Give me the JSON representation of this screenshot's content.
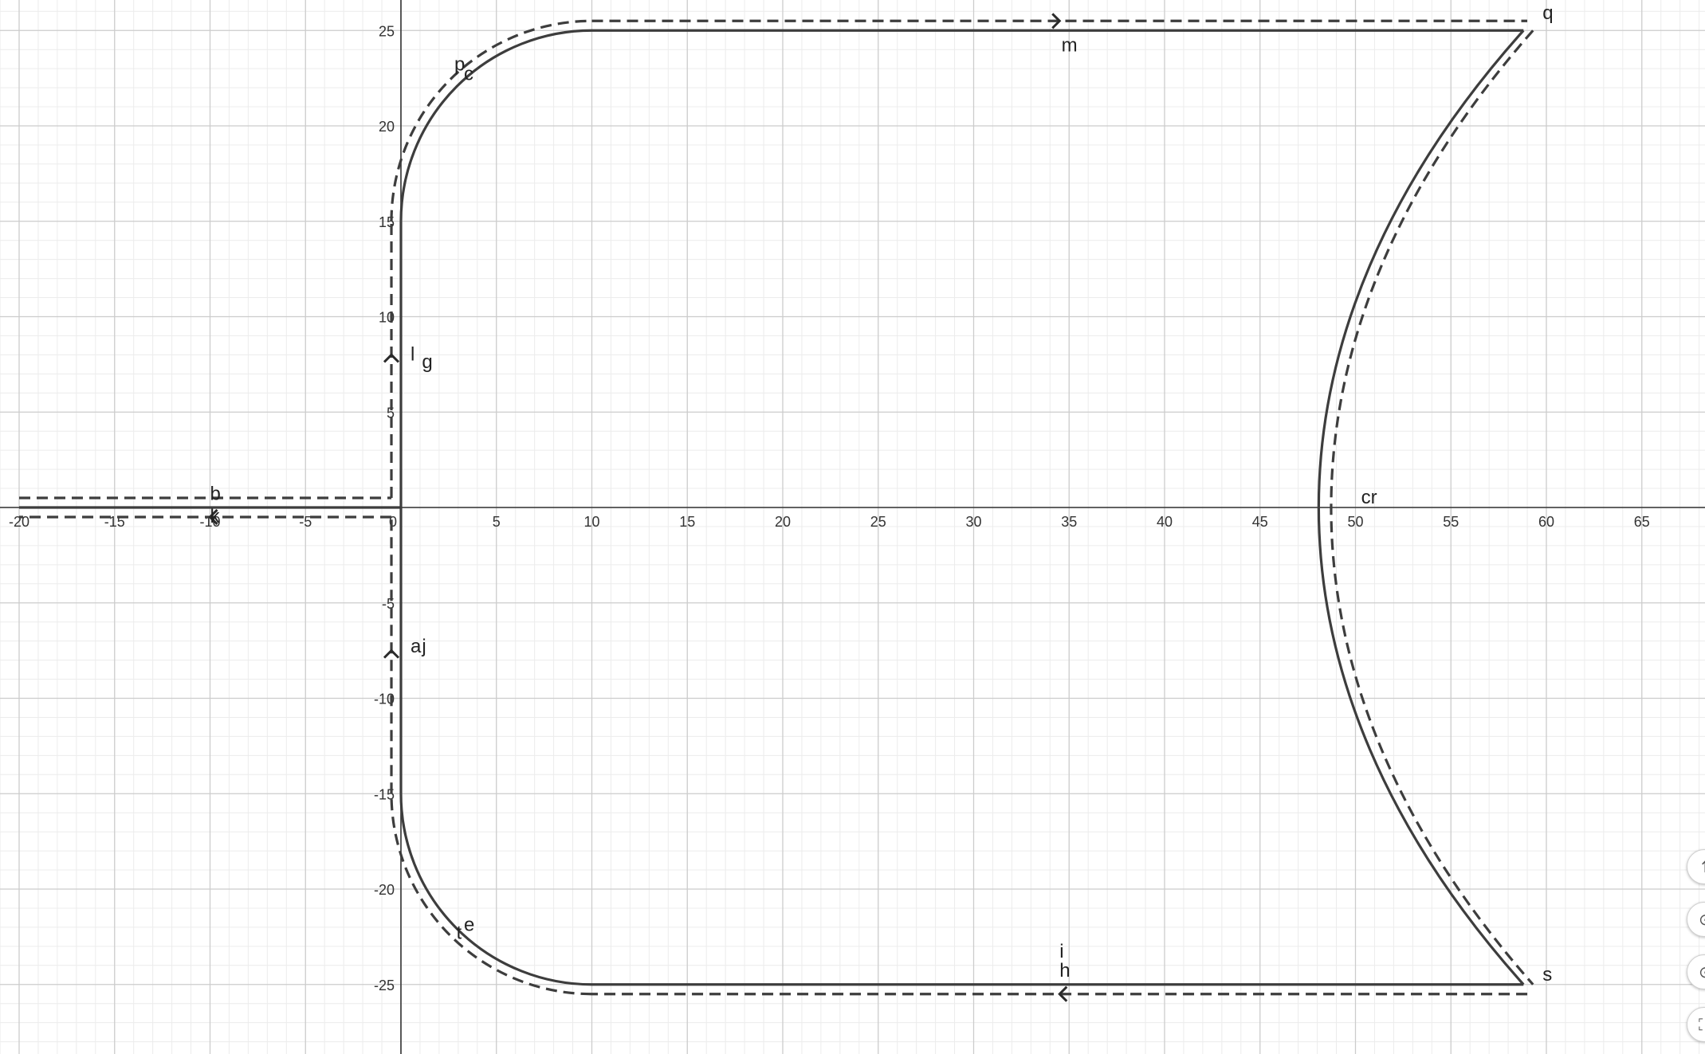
{
  "axes": {
    "x_ticks": [
      "-20",
      "-15",
      "-10",
      "-5",
      "0",
      "5",
      "10",
      "15",
      "20",
      "25",
      "30",
      "35",
      "40",
      "45",
      "50",
      "55",
      "60",
      "65"
    ],
    "y_ticks": [
      "25",
      "20",
      "15",
      "10",
      "5",
      "-5",
      "-10",
      "-15",
      "-20",
      "-25"
    ]
  },
  "chart_data": {
    "type": "line",
    "xlim": [
      -21,
      68
    ],
    "ylim": [
      -28.5,
      26.5
    ],
    "grid": true,
    "series": [
      {
        "style": "solid",
        "segments": [
          {
            "kind": "line",
            "points": [
              [
                -20,
                0
              ],
              [
                0,
                0
              ]
            ]
          },
          {
            "kind": "line",
            "points": [
              [
                0,
                -15
              ],
              [
                0,
                15
              ]
            ]
          },
          {
            "kind": "arc",
            "center": [
              10,
              15
            ],
            "radius": 10,
            "from_deg": 180,
            "to_deg": 90
          },
          {
            "kind": "line",
            "points": [
              [
                10,
                25
              ],
              [
                58.8,
                25
              ]
            ]
          },
          {
            "kind": "bezier",
            "points": [
              [
                58.8,
                25
              ],
              [
                44.5,
                9
              ],
              [
                44.5,
                -9
              ],
              [
                58.8,
                -25
              ]
            ]
          },
          {
            "kind": "line",
            "points": [
              [
                58.8,
                -25
              ],
              [
                10,
                -25
              ]
            ]
          },
          {
            "kind": "arc",
            "center": [
              10,
              -15
            ],
            "radius": 10,
            "from_deg": 270,
            "to_deg": 180
          }
        ]
      },
      {
        "style": "dashed",
        "segments": [
          {
            "kind": "line",
            "points": [
              [
                -20,
                0.5
              ],
              [
                -0.5,
                0.5
              ]
            ]
          },
          {
            "kind": "line",
            "points": [
              [
                -0.5,
                0.5
              ],
              [
                -0.5,
                15
              ]
            ]
          },
          {
            "kind": "arc",
            "center": [
              10,
              15
            ],
            "radius": 10.5,
            "from_deg": 180,
            "to_deg": 90
          },
          {
            "kind": "line",
            "points": [
              [
                10,
                25.5
              ],
              [
                59,
                25.5
              ]
            ]
          },
          {
            "kind": "bezier",
            "points": [
              [
                59.3,
                25
              ],
              [
                45.2,
                9
              ],
              [
                45.2,
                -9
              ],
              [
                59.3,
                -25
              ]
            ]
          },
          {
            "kind": "line",
            "points": [
              [
                59,
                -25.5
              ],
              [
                10,
                -25.5
              ]
            ]
          },
          {
            "kind": "arc",
            "center": [
              10,
              -15
            ],
            "radius": 10.5,
            "from_deg": 270,
            "to_deg": 180
          },
          {
            "kind": "line",
            "points": [
              [
                -0.5,
                -15
              ],
              [
                -0.5,
                -0.5
              ]
            ]
          },
          {
            "kind": "line",
            "points": [
              [
                -0.5,
                -0.5
              ],
              [
                -20,
                -0.5
              ]
            ]
          }
        ]
      }
    ],
    "arrows": [
      {
        "at": [
          34.5,
          25.5
        ],
        "dir": "right"
      },
      {
        "at": [
          34.5,
          -25.5
        ],
        "dir": "left"
      },
      {
        "at": [
          -0.5,
          8
        ],
        "dir": "up"
      },
      {
        "at": [
          -0.5,
          -7.5
        ],
        "dir": "up"
      },
      {
        "at": [
          -10,
          -0.5
        ],
        "dir": "left"
      }
    ],
    "labels": [
      {
        "text": "b",
        "x": -10,
        "y": 0.4
      },
      {
        "text": "k",
        "x": -10,
        "y": -0.8
      },
      {
        "text": "l",
        "x": 0.5,
        "y": 7.7
      },
      {
        "text": "g",
        "x": 1.1,
        "y": 7.3
      },
      {
        "text": "a",
        "x": 0.5,
        "y": -7.6
      },
      {
        "text": "j",
        "x": 1.1,
        "y": -7.6
      },
      {
        "text": "p",
        "x": 2.8,
        "y": 22.9
      },
      {
        "text": "c",
        "x": 3.3,
        "y": 22.4
      },
      {
        "text": "m",
        "x": 34.6,
        "y": 23.9
      },
      {
        "text": "q",
        "x": 59.8,
        "y": 25.6
      },
      {
        "text": "c",
        "x": 50.3,
        "y": 0.2
      },
      {
        "text": "r",
        "x": 50.8,
        "y": 0.2
      },
      {
        "text": "t",
        "x": 2.9,
        "y": -22.6
      },
      {
        "text": "e",
        "x": 3.3,
        "y": -22.2
      },
      {
        "text": "i",
        "x": 34.5,
        "y": -23.6
      },
      {
        "text": "h",
        "x": 34.5,
        "y": -24.6
      },
      {
        "text": "s",
        "x": 59.8,
        "y": -24.8
      }
    ]
  },
  "zoom_controls": {
    "zoom_in_icon": "↑",
    "zoom_out_icon": "⊙",
    "home_icon": "⊙",
    "fullscreen_icon": "⛶"
  }
}
